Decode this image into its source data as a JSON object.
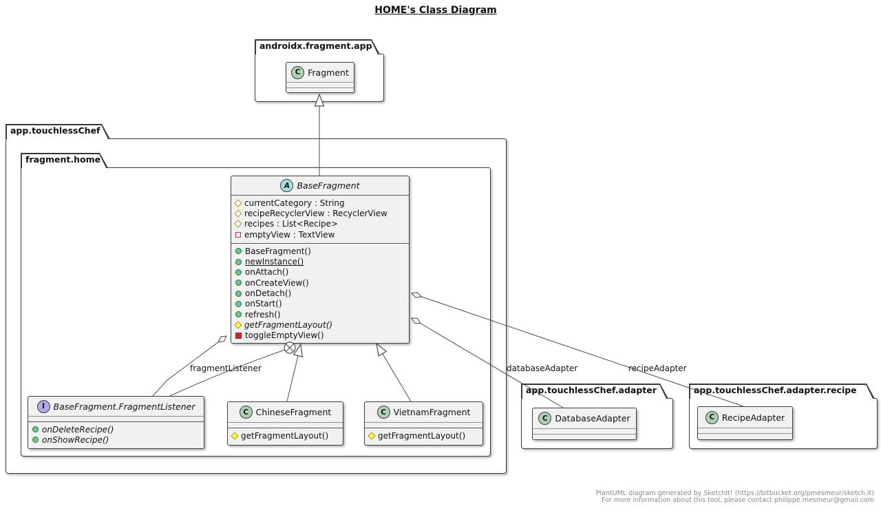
{
  "title": "HOME's Class Diagram",
  "packages": {
    "androidx": {
      "name": "androidx.fragment.app"
    },
    "touchlessChef": {
      "name": "app.touchlessChef"
    },
    "fragmentHome": {
      "name": "fragment.home"
    },
    "adapter": {
      "name": "app.touchlessChef.adapter"
    },
    "adapterRecipe": {
      "name": "app.touchlessChef.adapter.recipe"
    }
  },
  "classes": {
    "fragment": {
      "stereotype": "C",
      "name": "Fragment"
    },
    "baseFragment": {
      "stereotype": "A",
      "name": "BaseFragment",
      "fields": [
        {
          "visibility": "protected",
          "text": "currentCategory : String"
        },
        {
          "visibility": "protected",
          "text": "recipeRecyclerView : RecyclerView"
        },
        {
          "visibility": "protected",
          "text": "recipes : List<Recipe>"
        },
        {
          "visibility": "private",
          "text": "emptyView : TextView"
        }
      ],
      "methods": [
        {
          "visibility": "public",
          "text": "BaseFragment()"
        },
        {
          "visibility": "public",
          "text": "newInstance()",
          "static": true
        },
        {
          "visibility": "public",
          "text": "onAttach()"
        },
        {
          "visibility": "public",
          "text": "onCreateView()"
        },
        {
          "visibility": "public",
          "text": "onDetach()"
        },
        {
          "visibility": "public",
          "text": "onStart()"
        },
        {
          "visibility": "public",
          "text": "refresh()"
        },
        {
          "visibility": "protected",
          "text": "getFragmentLayout()",
          "abstract": true
        },
        {
          "visibility": "private",
          "text": "toggleEmptyView()"
        }
      ]
    },
    "fragmentListener": {
      "stereotype": "I",
      "name": "BaseFragment.FragmentListener",
      "methods": [
        {
          "visibility": "public",
          "text": "onDeleteRecipe()",
          "abstract": true
        },
        {
          "visibility": "public",
          "text": "onShowRecipe()",
          "abstract": true
        }
      ]
    },
    "chineseFragment": {
      "stereotype": "C",
      "name": "ChineseFragment",
      "methods": [
        {
          "visibility": "protected",
          "text": "getFragmentLayout()"
        }
      ]
    },
    "vietnamFragment": {
      "stereotype": "C",
      "name": "VietnamFragment",
      "methods": [
        {
          "visibility": "protected",
          "text": "getFragmentLayout()"
        }
      ]
    },
    "databaseAdapter": {
      "stereotype": "C",
      "name": "DatabaseAdapter"
    },
    "recipeAdapter": {
      "stereotype": "C",
      "name": "RecipeAdapter"
    }
  },
  "edges": {
    "fragment_listener_label": "fragmentListener",
    "database_adapter_label": "databaseAdapter",
    "recipe_adapter_label": "recipeAdapter"
  },
  "colors": {
    "box_fill": "#F1F1F1",
    "border": "#383838",
    "class_icon": "#ADD1B2",
    "abstract_icon": "#A9DCDF",
    "interface_icon": "#B4A7E5",
    "protected_icon": "#B38D22",
    "private_icon": "#C82930",
    "public_icon": "#84BE84"
  },
  "footer": {
    "line1": "PlantUML diagram generated by SketchIt! (https://bitbucket.org/pmesmeur/sketch.it)",
    "line2": "For more information about this tool, please contact philippe.mesmeur@gmail.com"
  }
}
